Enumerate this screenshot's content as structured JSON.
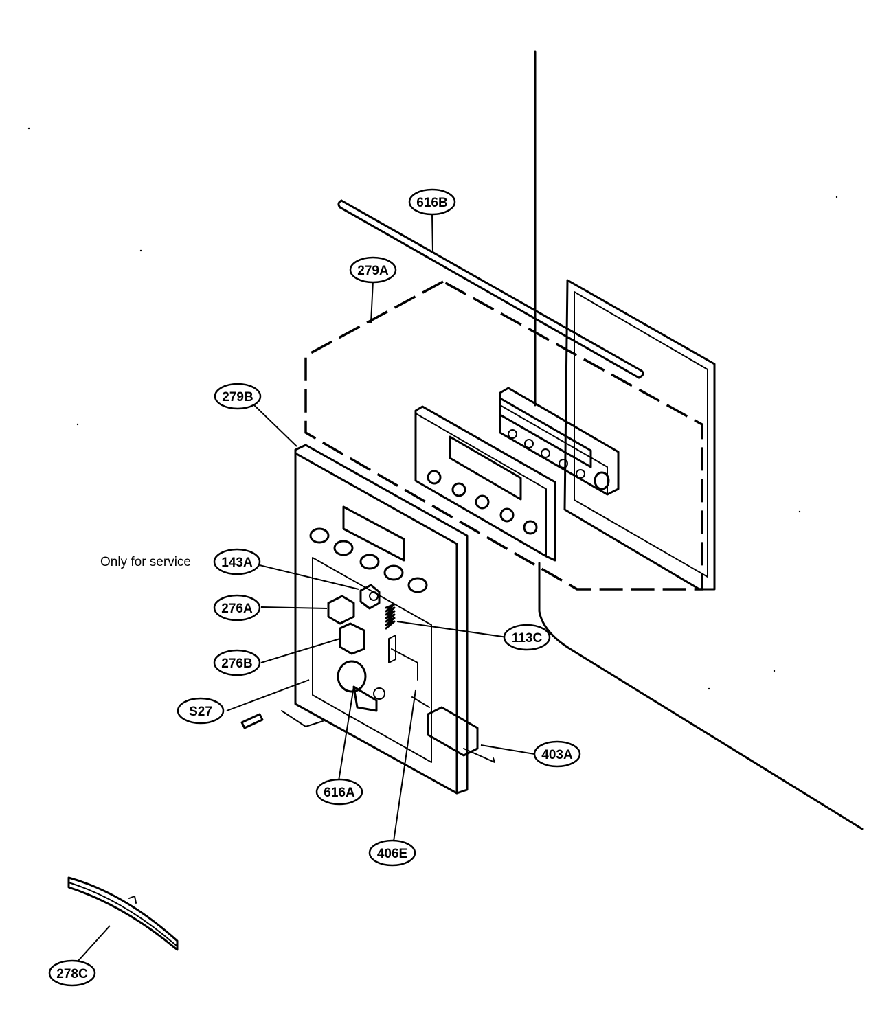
{
  "note": "Only for service",
  "callouts": {
    "c616B": "616B",
    "c279A": "279A",
    "c279B": "279B",
    "c143A": "143A",
    "c276A": "276A",
    "c276B": "276B",
    "c113C": "113C",
    "cS27": "S27",
    "c403A": "403A",
    "c616A": "616A",
    "c406E": "406E",
    "c278C": "278C"
  }
}
